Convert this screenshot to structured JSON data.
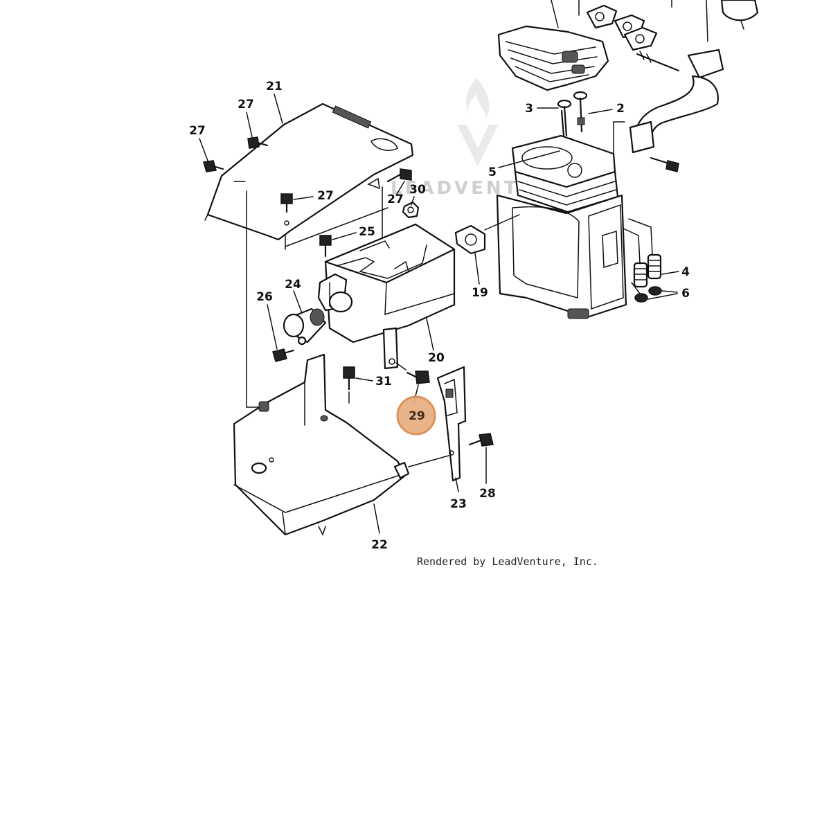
{
  "callouts": [
    {
      "id": "c21",
      "label": "21"
    },
    {
      "id": "c27a",
      "label": "27"
    },
    {
      "id": "c27b",
      "label": "27"
    },
    {
      "id": "c27c",
      "label": "27"
    },
    {
      "id": "c27d",
      "label": "27"
    },
    {
      "id": "c30",
      "label": "30"
    },
    {
      "id": "c25",
      "label": "25"
    },
    {
      "id": "c24",
      "label": "24"
    },
    {
      "id": "c26",
      "label": "26"
    },
    {
      "id": "c20",
      "label": "20"
    },
    {
      "id": "c31",
      "label": "31"
    },
    {
      "id": "c22",
      "label": "22"
    },
    {
      "id": "c23",
      "label": "23"
    },
    {
      "id": "c28",
      "label": "28"
    },
    {
      "id": "c19",
      "label": "19"
    },
    {
      "id": "c3",
      "label": "3"
    },
    {
      "id": "c2",
      "label": "2"
    },
    {
      "id": "c5",
      "label": "5"
    },
    {
      "id": "c4",
      "label": "4"
    },
    {
      "id": "c6",
      "label": "6"
    }
  ],
  "highlight": {
    "label": "29",
    "color": "#e8ae80"
  },
  "watermark_text": "LEADVENTURE",
  "credit_text": "Rendered by LeadVenture, Inc."
}
